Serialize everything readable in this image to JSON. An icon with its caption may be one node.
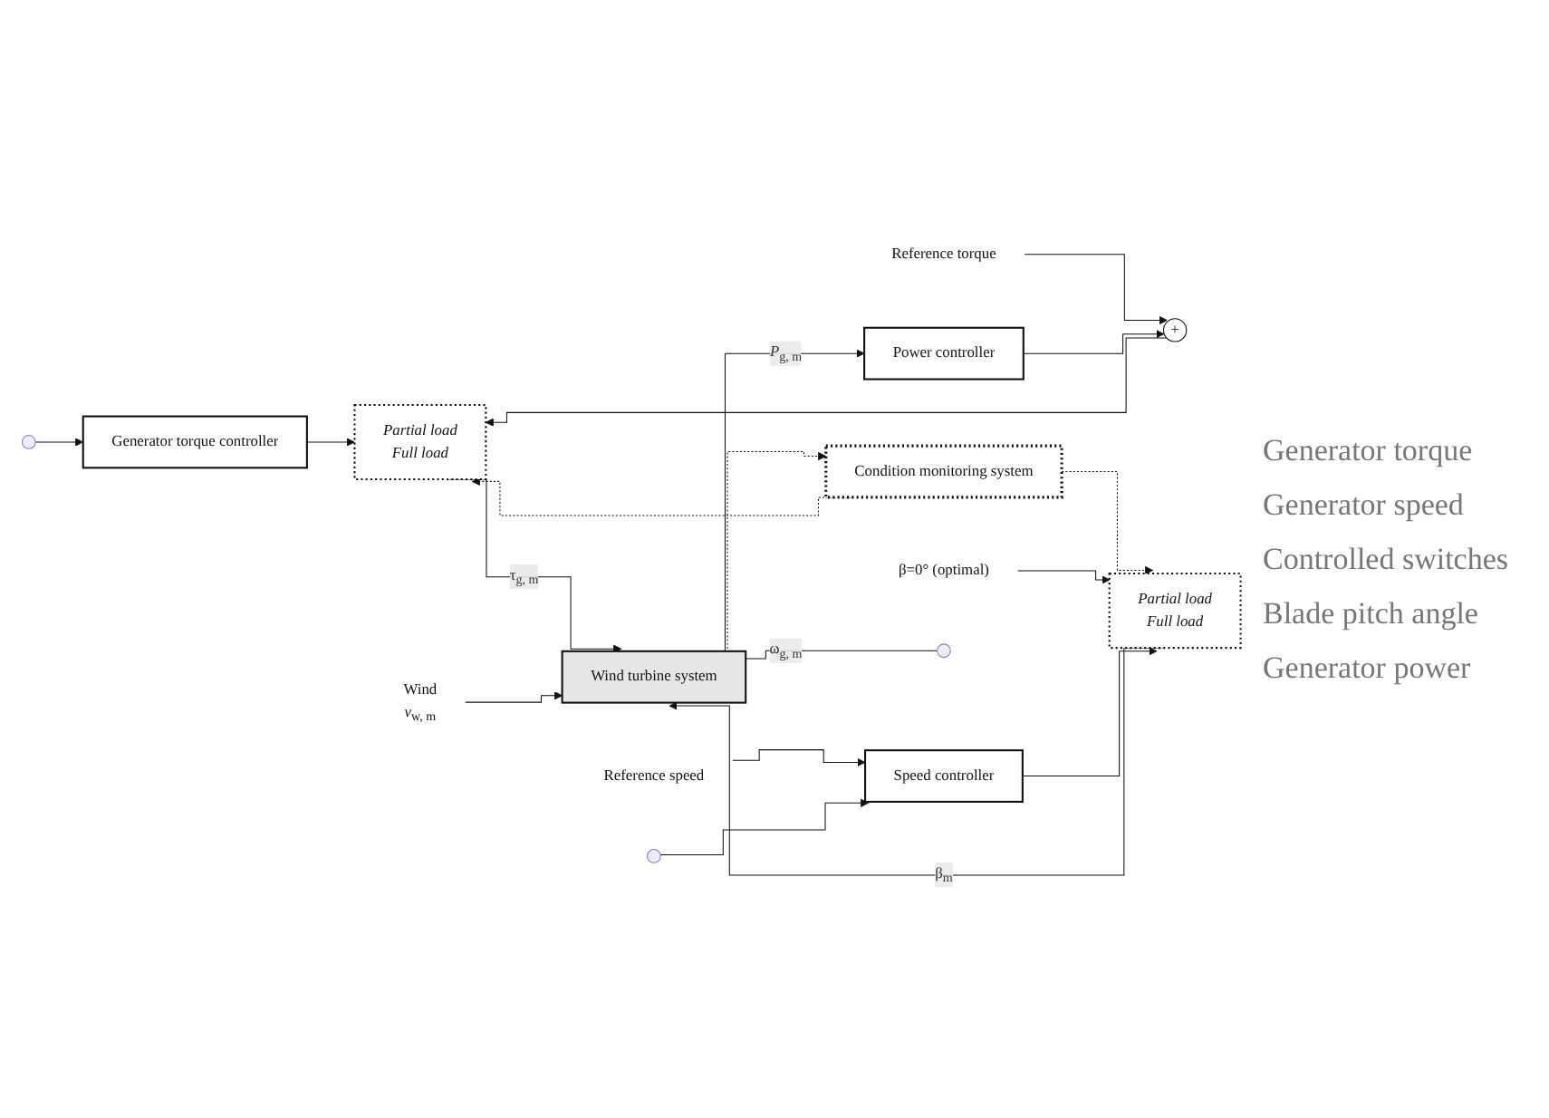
{
  "diagram": {
    "nodes": [
      {
        "text": [
          "Generator torque controller"
        ]
      },
      {
        "text": [
          "Reference torque"
        ]
      },
      {
        "text": [
          "+"
        ]
      },
      {
        "text": [
          "Power controller"
        ]
      },
      {
        "text": [
          "Partial load",
          "Full load"
        ]
      },
      {
        "text": [
          "Wind turbine system"
        ]
      },
      {
        "text": [
          "β=0° (optimal)"
        ]
      },
      {
        "text": [
          "Reference speed"
        ]
      },
      {
        "text": [
          "Speed controller"
        ]
      },
      {
        "text": [
          "Partial load",
          "Full load"
        ]
      },
      {
        "text": [
          "Condition monitoring system"
        ]
      },
      {
        "text": [
          "Wind",
          "*v*$_{w, m}$"
        ]
      }
    ],
    "edges": [
      {
        "from": null,
        "to": 0,
        "arrow": "to"
      },
      {
        "from": 0,
        "to": 4,
        "arrow": "to"
      },
      {
        "from": 1,
        "to": 2,
        "arrow": "to"
      },
      {
        "from": 3,
        "to": 2,
        "arrow": "to"
      },
      {
        "from": 2,
        "to": 4,
        "arrow": "to"
      },
      {
        "from": 4,
        "to": 5,
        "arrow": "to",
        "label": "τ$_{g, m}$"
      },
      {
        "from": 11,
        "to": 5,
        "arrow": "to"
      },
      {
        "from": 5,
        "to": 3,
        "arrow": "to",
        "label": "*P*$_{g, m}$"
      },
      {
        "from": 5,
        "to": null,
        "arrow": "none",
        "label": "ω$_{g, m}$"
      },
      {
        "from": 5,
        "to": 10,
        "arrow": "to",
        "style": "dashed"
      },
      {
        "from": 10,
        "to": 4,
        "arrow": "to",
        "style": "dashed"
      },
      {
        "from": 10,
        "to": 9,
        "arrow": "to",
        "style": "dashed"
      },
      {
        "from": 6,
        "to": 9,
        "arrow": "to"
      },
      {
        "from": 7,
        "to": 8,
        "arrow": "to"
      },
      {
        "from": null,
        "to": 8,
        "arrow": "to"
      },
      {
        "from": 8,
        "to": 9,
        "arrow": "to"
      },
      {
        "from": 9,
        "to": 5,
        "arrow": "to",
        "label": "β$_{m}$"
      }
    ],
    "labels": [
      "Generator torque",
      "Generator speed",
      "Controlled switches",
      "Blade pitch angle",
      "Generator power"
    ]
  }
}
